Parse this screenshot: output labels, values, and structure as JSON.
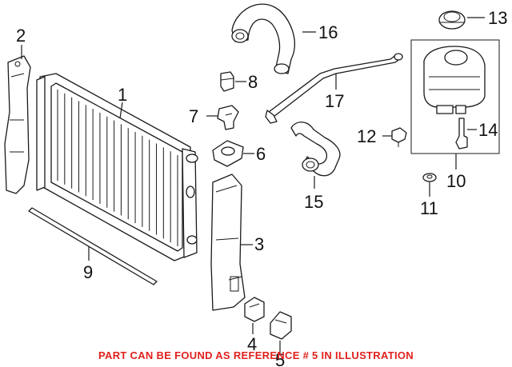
{
  "callouts": [
    {
      "id": "1",
      "label": "1"
    },
    {
      "id": "2",
      "label": "2"
    },
    {
      "id": "3",
      "label": "3"
    },
    {
      "id": "4",
      "label": "4"
    },
    {
      "id": "5",
      "label": "5"
    },
    {
      "id": "6",
      "label": "6"
    },
    {
      "id": "7",
      "label": "7"
    },
    {
      "id": "8",
      "label": "8"
    },
    {
      "id": "9",
      "label": "9"
    },
    {
      "id": "10",
      "label": "10"
    },
    {
      "id": "11",
      "label": "11"
    },
    {
      "id": "12",
      "label": "12"
    },
    {
      "id": "13",
      "label": "13"
    },
    {
      "id": "14",
      "label": "14"
    },
    {
      "id": "15",
      "label": "15"
    },
    {
      "id": "16",
      "label": "16"
    },
    {
      "id": "17",
      "label": "17"
    }
  ],
  "caption": "PART CAN BE FOUND AS REFERENCE # 5 IN ILLUSTRATION",
  "colors": {
    "caption": "#e0211d",
    "line": "#1a1a1a",
    "background": "#ffffff"
  }
}
